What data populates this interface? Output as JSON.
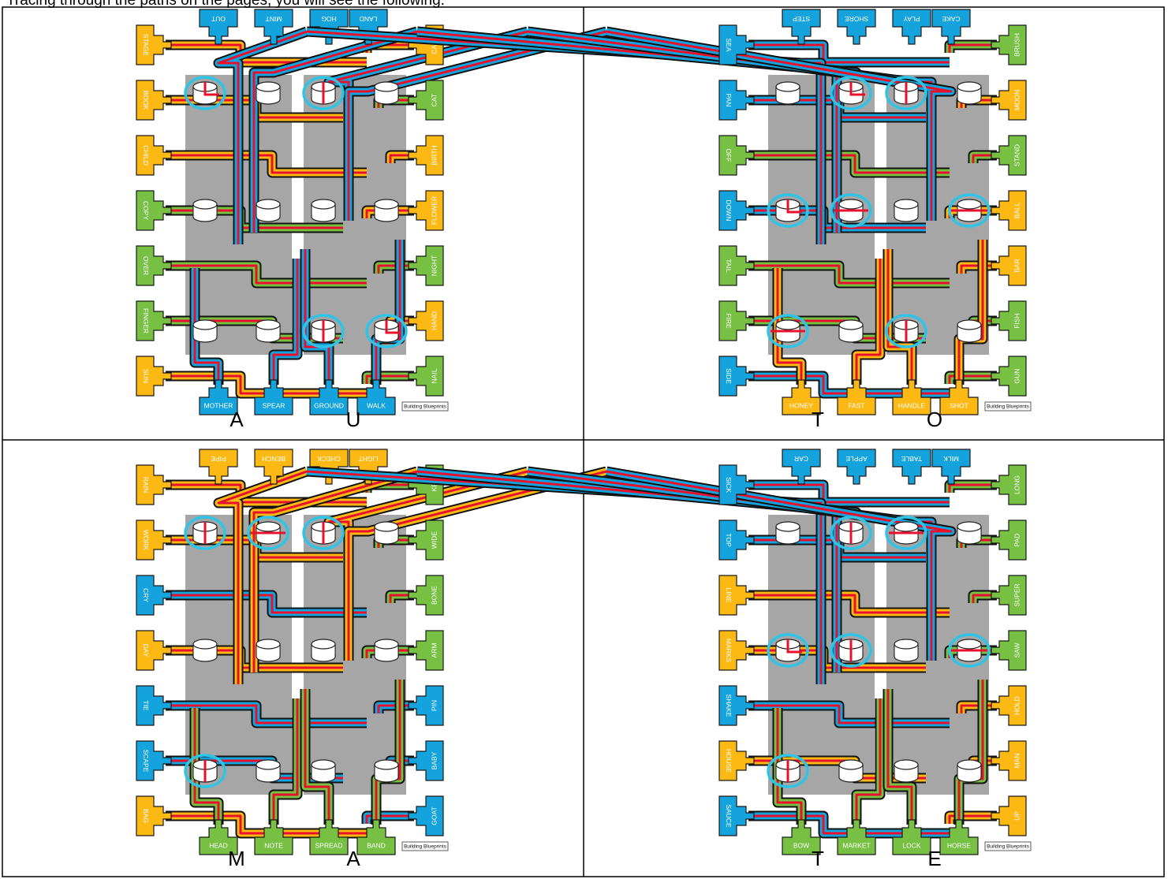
{
  "title": "Tracing through the paths on the pages, you will see the following:",
  "colors": {
    "orange": "#FDB913",
    "blue": "#14A3DC",
    "green": "#77C043",
    "red": "#E8112D",
    "gray": "#A6A6A6",
    "cyan": "#2FC4E6",
    "navy": "#2E3B7C"
  },
  "panels": [
    {
      "letters": [
        "A",
        "U"
      ],
      "label": "Building Blueprints",
      "top": [
        {
          "text": "OUT",
          "color": "blue"
        },
        {
          "text": "MINT",
          "color": "blue"
        },
        {
          "text": "HOG",
          "color": "blue"
        },
        {
          "text": "LAND",
          "color": "blue"
        }
      ],
      "left": [
        {
          "text": "STAGE",
          "color": "orange"
        },
        {
          "text": "BOOK",
          "color": "orange"
        },
        {
          "text": "CHILD",
          "color": "orange"
        },
        {
          "text": "COPY",
          "color": "green"
        },
        {
          "text": "OVER",
          "color": "green"
        },
        {
          "text": "FINGER",
          "color": "green"
        },
        {
          "text": "SUN",
          "color": "orange"
        }
      ],
      "right": [
        {
          "text": "CASE",
          "color": "orange"
        },
        {
          "text": "CAT",
          "color": "green"
        },
        {
          "text": "BIRTH",
          "color": "orange"
        },
        {
          "text": "FLOWER",
          "color": "orange"
        },
        {
          "text": "NIGHT",
          "color": "green"
        },
        {
          "text": "HAND",
          "color": "orange"
        },
        {
          "text": "NAIL",
          "color": "green"
        }
      ],
      "bottom": [
        {
          "text": "MOTHER",
          "color": "blue"
        },
        {
          "text": "SPEAR",
          "color": "blue"
        },
        {
          "text": "GROUND",
          "color": "blue"
        },
        {
          "text": "WALK",
          "color": "blue"
        }
      ],
      "nodes": [
        {
          "block": 0,
          "col": 0,
          "row": 0,
          "circled": true,
          "mark": "corner"
        },
        {
          "block": 0,
          "col": 1,
          "row": 0,
          "circled": false
        },
        {
          "block": 1,
          "col": 0,
          "row": 0,
          "circled": true,
          "mark": "v"
        },
        {
          "block": 1,
          "col": 1,
          "row": 0,
          "circled": false
        },
        {
          "block": 0,
          "col": 0,
          "row": 1,
          "circled": false
        },
        {
          "block": 0,
          "col": 1,
          "row": 1,
          "circled": false
        },
        {
          "block": 1,
          "col": 0,
          "row": 1,
          "circled": false
        },
        {
          "block": 1,
          "col": 1,
          "row": 1,
          "circled": false
        },
        {
          "block": 0,
          "col": 0,
          "row": 2,
          "circled": false
        },
        {
          "block": 0,
          "col": 1,
          "row": 2,
          "circled": false
        },
        {
          "block": 1,
          "col": 0,
          "row": 2,
          "circled": true,
          "mark": "v"
        },
        {
          "block": 1,
          "col": 1,
          "row": 2,
          "circled": true,
          "mark": "corner"
        }
      ]
    },
    {
      "letters": [
        "T",
        "O"
      ],
      "label": "Building Blueprints",
      "top": [
        {
          "text": "STEP",
          "color": "blue"
        },
        {
          "text": "SHORE",
          "color": "blue"
        },
        {
          "text": "PLAY",
          "color": "blue"
        },
        {
          "text": "CAKE",
          "color": "blue"
        }
      ],
      "left": [
        {
          "text": "SEA",
          "color": "blue"
        },
        {
          "text": "PAN",
          "color": "blue"
        },
        {
          "text": "OFF",
          "color": "green"
        },
        {
          "text": "DOWN",
          "color": "blue"
        },
        {
          "text": "TAIL",
          "color": "green"
        },
        {
          "text": "FIRE",
          "color": "green"
        },
        {
          "text": "SIDE",
          "color": "blue"
        }
      ],
      "right": [
        {
          "text": "BRUSH",
          "color": "green"
        },
        {
          "text": "MOON",
          "color": "orange"
        },
        {
          "text": "STAND",
          "color": "green"
        },
        {
          "text": "BALL",
          "color": "orange"
        },
        {
          "text": "BAR",
          "color": "orange"
        },
        {
          "text": "FISH",
          "color": "green"
        },
        {
          "text": "GUN",
          "color": "green"
        }
      ],
      "bottom": [
        {
          "text": "HONEY",
          "color": "orange"
        },
        {
          "text": "FAST",
          "color": "orange"
        },
        {
          "text": "HANDLE",
          "color": "orange"
        },
        {
          "text": "SHOT",
          "color": "orange"
        }
      ],
      "nodes": [
        {
          "block": 0,
          "col": 0,
          "row": 0,
          "circled": false
        },
        {
          "block": 0,
          "col": 1,
          "row": 0,
          "circled": true,
          "mark": "corner"
        },
        {
          "block": 1,
          "col": 0,
          "row": 0,
          "circled": true,
          "mark": "v"
        },
        {
          "block": 1,
          "col": 1,
          "row": 0,
          "circled": false
        },
        {
          "block": 0,
          "col": 0,
          "row": 1,
          "circled": true,
          "mark": "corner"
        },
        {
          "block": 0,
          "col": 1,
          "row": 1,
          "circled": true,
          "mark": "h"
        },
        {
          "block": 1,
          "col": 0,
          "row": 1,
          "circled": false
        },
        {
          "block": 1,
          "col": 1,
          "row": 1,
          "circled": true,
          "mark": "h"
        },
        {
          "block": 0,
          "col": 0,
          "row": 2,
          "circled": true,
          "mark": "h"
        },
        {
          "block": 0,
          "col": 1,
          "row": 2,
          "circled": false
        },
        {
          "block": 1,
          "col": 0,
          "row": 2,
          "circled": true,
          "mark": "v"
        },
        {
          "block": 1,
          "col": 1,
          "row": 2,
          "circled": false
        }
      ]
    },
    {
      "letters": [
        "M",
        "A"
      ],
      "label": "Building Blueprints",
      "top": [
        {
          "text": "PIPE",
          "color": "orange"
        },
        {
          "text": "BENCH",
          "color": "orange"
        },
        {
          "text": "CHECK",
          "color": "orange"
        },
        {
          "text": "LIGHT",
          "color": "orange"
        }
      ],
      "left": [
        {
          "text": "RAIN",
          "color": "orange"
        },
        {
          "text": "WORK",
          "color": "orange"
        },
        {
          "text": "CRY",
          "color": "blue"
        },
        {
          "text": "DAY",
          "color": "orange"
        },
        {
          "text": "TIE",
          "color": "blue"
        },
        {
          "text": "SCAPE",
          "color": "blue"
        },
        {
          "text": "BAG",
          "color": "orange"
        }
      ],
      "right": [
        {
          "text": "KEY",
          "color": "green"
        },
        {
          "text": "WIDE",
          "color": "green"
        },
        {
          "text": "BONE",
          "color": "green"
        },
        {
          "text": "ARM",
          "color": "green"
        },
        {
          "text": "PIN",
          "color": "blue"
        },
        {
          "text": "BABY",
          "color": "blue"
        },
        {
          "text": "GOAT",
          "color": "blue"
        }
      ],
      "bottom": [
        {
          "text": "HEAD",
          "color": "green"
        },
        {
          "text": "NOTE",
          "color": "green"
        },
        {
          "text": "SPREAD",
          "color": "green"
        },
        {
          "text": "BAND",
          "color": "green"
        }
      ],
      "nodes": [
        {
          "block": 0,
          "col": 0,
          "row": 0,
          "circled": true,
          "mark": "v"
        },
        {
          "block": 0,
          "col": 1,
          "row": 0,
          "circled": true,
          "mark": "h"
        },
        {
          "block": 1,
          "col": 0,
          "row": 0,
          "circled": true,
          "mark": "v"
        },
        {
          "block": 1,
          "col": 1,
          "row": 0,
          "circled": false
        },
        {
          "block": 0,
          "col": 0,
          "row": 1,
          "circled": false
        },
        {
          "block": 0,
          "col": 1,
          "row": 1,
          "circled": false
        },
        {
          "block": 1,
          "col": 0,
          "row": 1,
          "circled": false
        },
        {
          "block": 1,
          "col": 1,
          "row": 1,
          "circled": false
        },
        {
          "block": 0,
          "col": 0,
          "row": 2,
          "circled": true,
          "mark": "v"
        },
        {
          "block": 0,
          "col": 1,
          "row": 2,
          "circled": false
        },
        {
          "block": 1,
          "col": 0,
          "row": 2,
          "circled": false
        },
        {
          "block": 1,
          "col": 1,
          "row": 2,
          "circled": false
        }
      ]
    },
    {
      "letters": [
        "T",
        "E"
      ],
      "label": "Building Blueprints",
      "top": [
        {
          "text": "CAR",
          "color": "blue"
        },
        {
          "text": "APPLE",
          "color": "blue"
        },
        {
          "text": "TABLE",
          "color": "blue"
        },
        {
          "text": "MILK",
          "color": "blue"
        }
      ],
      "left": [
        {
          "text": "SICK",
          "color": "blue"
        },
        {
          "text": "TOP",
          "color": "blue"
        },
        {
          "text": "LINE",
          "color": "orange"
        },
        {
          "text": "MARKS",
          "color": "orange"
        },
        {
          "text": "SHAKE",
          "color": "blue"
        },
        {
          "text": "HOUSE",
          "color": "orange"
        },
        {
          "text": "SAUCE",
          "color": "blue"
        }
      ],
      "right": [
        {
          "text": "LONG",
          "color": "green"
        },
        {
          "text": "PAD",
          "color": "green"
        },
        {
          "text": "SUPER",
          "color": "green"
        },
        {
          "text": "SAW",
          "color": "green"
        },
        {
          "text": "HOLD",
          "color": "orange"
        },
        {
          "text": "MAN",
          "color": "orange"
        },
        {
          "text": "UP",
          "color": "orange"
        }
      ],
      "bottom": [
        {
          "text": "BOW",
          "color": "green"
        },
        {
          "text": "MARKET",
          "color": "green"
        },
        {
          "text": "LOCK",
          "color": "green"
        },
        {
          "text": "HORSE",
          "color": "green"
        }
      ],
      "nodes": [
        {
          "block": 0,
          "col": 0,
          "row": 0,
          "circled": false
        },
        {
          "block": 0,
          "col": 1,
          "row": 0,
          "circled": true,
          "mark": "v"
        },
        {
          "block": 1,
          "col": 0,
          "row": 0,
          "circled": true,
          "mark": "h"
        },
        {
          "block": 1,
          "col": 1,
          "row": 0,
          "circled": false
        },
        {
          "block": 0,
          "col": 0,
          "row": 1,
          "circled": true,
          "mark": "corner"
        },
        {
          "block": 0,
          "col": 1,
          "row": 1,
          "circled": true,
          "mark": "v"
        },
        {
          "block": 1,
          "col": 0,
          "row": 1,
          "circled": false
        },
        {
          "block": 1,
          "col": 1,
          "row": 1,
          "circled": true,
          "mark": "h"
        },
        {
          "block": 0,
          "col": 0,
          "row": 2,
          "circled": true,
          "mark": "v"
        },
        {
          "block": 0,
          "col": 1,
          "row": 2,
          "circled": false
        },
        {
          "block": 1,
          "col": 0,
          "row": 2,
          "circled": false
        },
        {
          "block": 1,
          "col": 1,
          "row": 2,
          "circled": false
        }
      ]
    }
  ]
}
